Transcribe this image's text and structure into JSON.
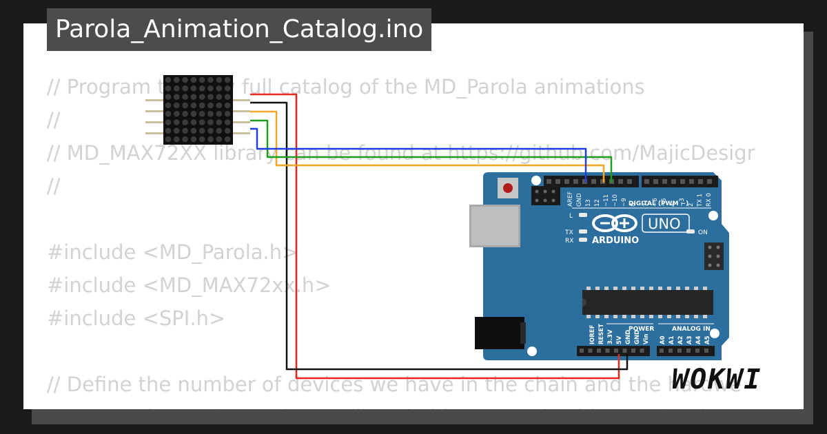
{
  "title": "Parola_Animation_Catalog.ino",
  "code_lines": [
    "// Program to show full catalog of the MD_Parola animations",
    "//",
    "// MD_MAX72XX library can be found at https://github.com/MajicDesigr",
    "//",
    "",
    "#include <MD_Parola.h>",
    "#include <MD_MAX72xx.h>",
    "#include <SPI.h>",
    "",
    "// Define the number of devices we have in the chain and the hardwe",
    "// NOTE: These pin numbers will probably not work with your hardwa"
  ],
  "board": {
    "name": "UNO",
    "brand": "ARDUINO",
    "header_digital_title": "DIGITAL (PWM ~)",
    "header_power_title": "POWER",
    "header_analog_title": "ANALOG IN",
    "top_pins": [
      "AREF",
      "GND",
      "13",
      "12",
      "~11",
      "~10",
      "~9",
      "8",
      "7",
      "~6",
      "~5",
      "4",
      "~3",
      "2",
      "TX 1",
      "RX 0"
    ],
    "bottom_pins_power": [
      "IOREF",
      "RESET",
      "3.3V",
      "5V",
      "GND",
      "GND",
      "Vin"
    ],
    "bottom_pins_analog": [
      "A0",
      "A1",
      "A2",
      "A3",
      "A4",
      "A5"
    ],
    "led_labels": {
      "l": "L",
      "tx": "TX",
      "rx": "RX",
      "on": "ON"
    }
  },
  "wire_colors": {
    "red": "#e8251f",
    "black": "#111111",
    "orange": "#f5a623",
    "green": "#1d9d1d",
    "blue": "#1f3fe0"
  },
  "logo": "WOKWI"
}
